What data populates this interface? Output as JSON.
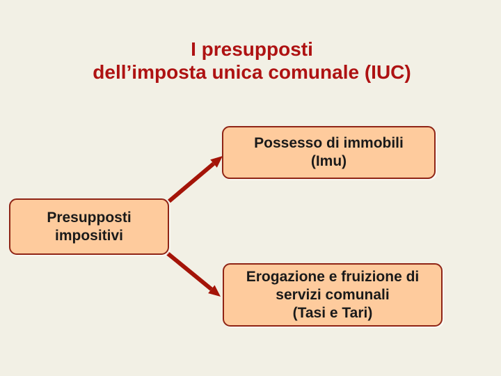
{
  "slide": {
    "title_line1": "I presupposti",
    "title_line2": "dell’imposta unica comunale (IUC)"
  },
  "diagram": {
    "source_box": {
      "line1": "Presupposti",
      "line2": "impositivi"
    },
    "imu_box": {
      "line1": "Possesso di immobili",
      "line2": "(Imu)"
    },
    "tasi_tari_box": {
      "line1": "Erogazione e fruizione di",
      "line2": "servizi comunali",
      "line3": "(Tasi e Tari)"
    }
  },
  "colors": {
    "background": "#F2F0E5",
    "box_fill": "#FECB9D",
    "box_border": "#8F2415",
    "title_text": "#AE1212",
    "arrow": "#A41408",
    "box_text": "#1A1A1A"
  }
}
